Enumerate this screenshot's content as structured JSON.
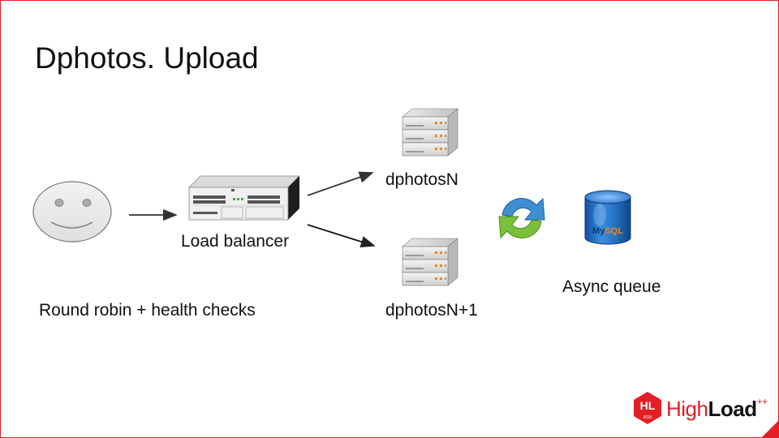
{
  "slide": {
    "title": "Dphotos. Upload",
    "labels": {
      "load_balancer": "Load balancer",
      "round_robin": "Round robin + health checks",
      "server_n": "dphotosN",
      "server_n1": "dphotosN+1",
      "async_queue": "Async queue"
    },
    "icons": {
      "user": "smiley-face-icon",
      "balancer": "network-switch-icon",
      "server": "server-rack-icon",
      "sync": "sync-arrows-icon",
      "database": "mysql-database-icon"
    },
    "database_text": "MySQL",
    "logo": {
      "badge": "HL",
      "year": "2016",
      "brand_light": "High",
      "brand_bold": "Load",
      "plus": "++"
    },
    "colors": {
      "accent": "#e31e24",
      "sync_blue": "#3d8fd1",
      "sync_green": "#7cbf3a",
      "db_blue": "#1f6fc1"
    }
  }
}
